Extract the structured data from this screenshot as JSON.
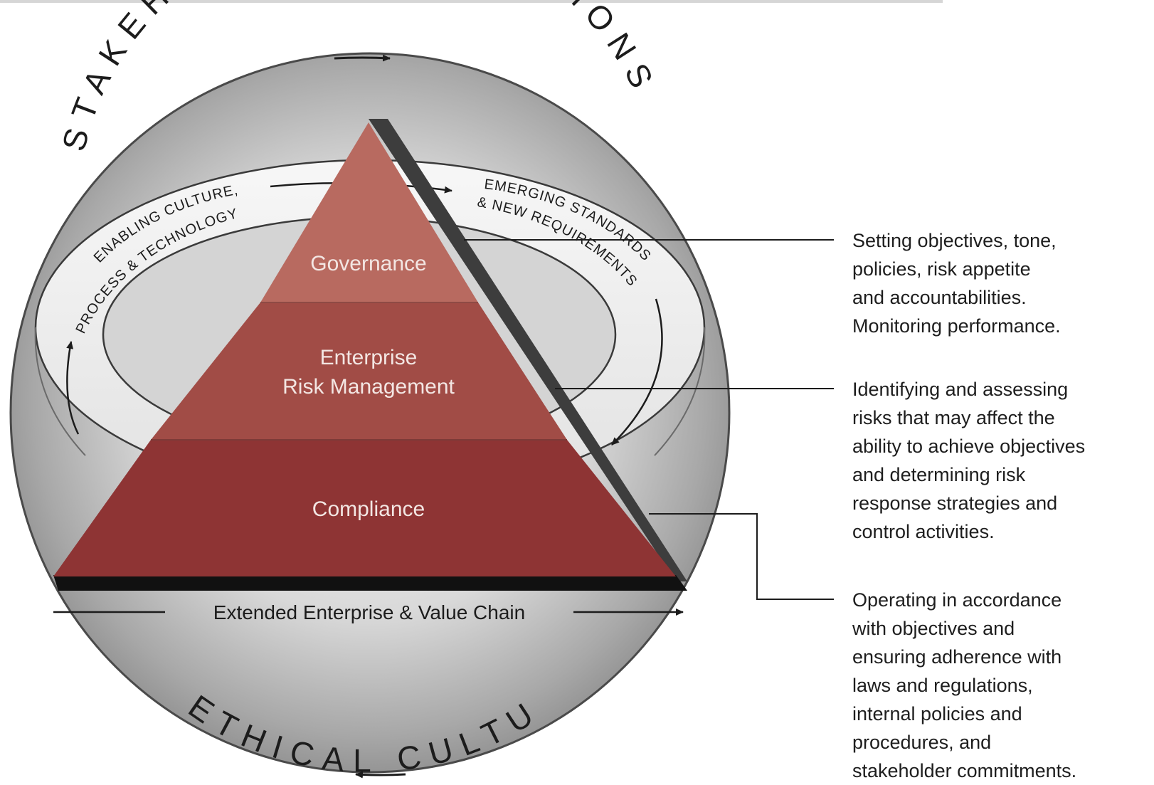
{
  "diagram": {
    "outer_top_label": "STAKEHOLDER EXPECTATIONS",
    "outer_bottom_label": "ETHICAL CULTURE",
    "inner_left_label_line1": "ENABLING CULTURE,",
    "inner_left_label_line2": "PROCESS & TECHNOLOGY",
    "inner_right_label_line1": "EMERGING STANDARDS",
    "inner_right_label_line2": "& NEW REQUIREMENTS",
    "pyramid": {
      "governance": "Governance",
      "erm_line1": "Enterprise",
      "erm_line2": "Risk Management",
      "compliance": "Compliance"
    },
    "value_chain_label": "Extended Enterprise & Value Chain",
    "colors": {
      "governance": "#b86a60",
      "erm": "#a14c46",
      "compliance": "#8e3434",
      "sphere_dark": "#9e9e9e",
      "ring": "#f0f0f0"
    }
  },
  "descriptions": {
    "governance": [
      "Setting objectives, tone,",
      "policies, risk appetite",
      "and accountabilities.",
      "Monitoring performance."
    ],
    "erm": [
      "Identifying and assessing",
      "risks that may affect the",
      "ability to achieve objectives",
      "and determining risk",
      "response strategies and",
      "control activities."
    ],
    "compliance": [
      "Operating in accordance",
      "with objectives and",
      "ensuring adherence with",
      "laws and regulations,",
      "internal policies and",
      "procedures, and",
      "stakeholder commitments."
    ]
  }
}
